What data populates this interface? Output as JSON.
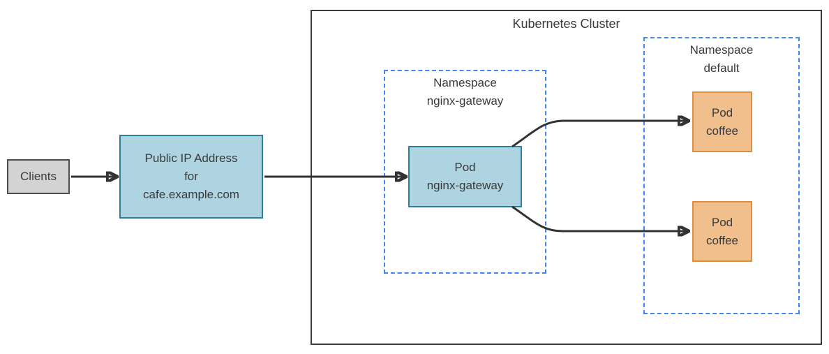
{
  "diagram": {
    "type": "kubernetes-architecture-diagram",
    "cluster": {
      "title": "Kubernetes Cluster"
    },
    "nodes": {
      "clients": {
        "label": "Clients"
      },
      "public_ip": {
        "line1": "Public IP Address",
        "line2": "for",
        "line3": "cafe.example.com"
      },
      "namespace_gateway": {
        "line1": "Namespace",
        "line2": "nginx-gateway"
      },
      "pod_gateway": {
        "line1": "Pod",
        "line2": "nginx-gateway"
      },
      "namespace_default": {
        "line1": "Namespace",
        "line2": "default"
      },
      "pod_coffee_top": {
        "line1": "Pod",
        "line2": "coffee"
      },
      "pod_coffee_bottom": {
        "line1": "Pod",
        "line2": "coffee"
      }
    },
    "edges": [
      {
        "from": "clients",
        "to": "public-ip-address"
      },
      {
        "from": "public-ip-address",
        "to": "pod-nginx-gateway"
      },
      {
        "from": "pod-nginx-gateway",
        "to": "pod-coffee-top"
      },
      {
        "from": "pod-nginx-gateway",
        "to": "pod-coffee-bottom"
      }
    ],
    "colors": {
      "blue_node_fill": "#aed4e2",
      "blue_node_border": "#2d7d9c",
      "orange_node_fill": "#f0bf8c",
      "orange_node_border": "#e08e3e",
      "gray_node_fill": "#d3d3d3",
      "gray_node_border": "#4d4d4d",
      "namespace_dashed_border": "#4285f4",
      "cluster_border": "#3a3a3a",
      "arrow": "#333333",
      "text": "#3a3a3a",
      "background": "#ffffff"
    }
  }
}
